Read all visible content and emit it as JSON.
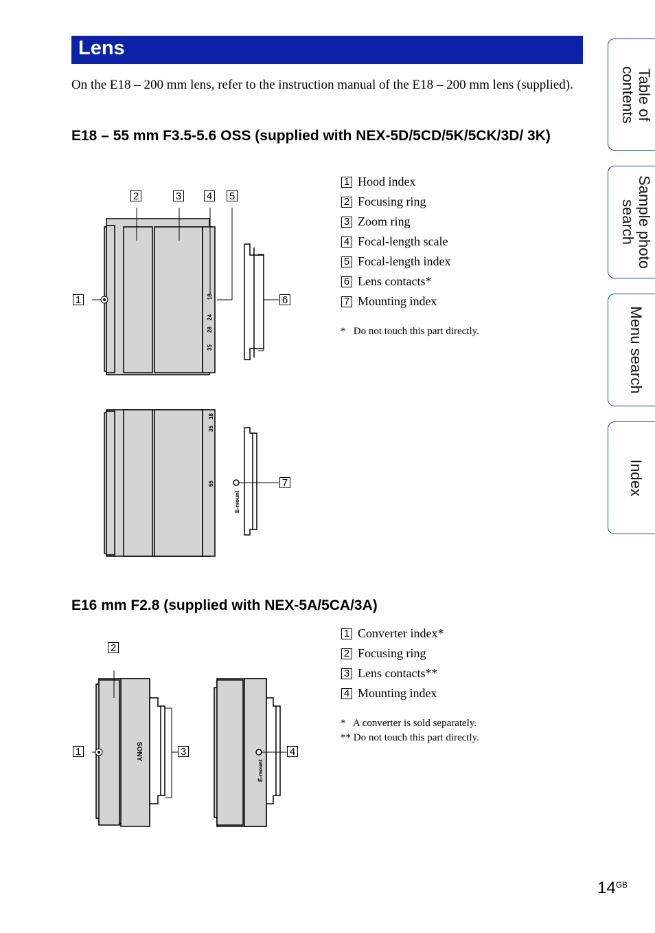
{
  "section_title": "Lens",
  "intro": "On the E18 – 200 mm lens, refer to the instruction manual of the E18 – 200 mm lens (supplied).",
  "lens1": {
    "heading": "E18 – 55 mm F3.5-5.6 OSS (supplied with NEX-5D/5CD/5K/5CK/3D/ 3K)",
    "parts": [
      {
        "num": "1",
        "label": "Hood index"
      },
      {
        "num": "2",
        "label": "Focusing ring"
      },
      {
        "num": "3",
        "label": "Zoom ring"
      },
      {
        "num": "4",
        "label": "Focal-length scale"
      },
      {
        "num": "5",
        "label": "Focal-length index"
      },
      {
        "num": "6",
        "label": "Lens contacts*"
      },
      {
        "num": "7",
        "label": "Mounting index"
      }
    ],
    "note": "*   Do not touch this part directly.",
    "scale_marks": [
      "18",
      "24",
      "28",
      "35"
    ],
    "scale_marks_side": [
      "18",
      "35",
      "55"
    ],
    "mount_text": "E-mount"
  },
  "lens2": {
    "heading": "E16 mm F2.8 (supplied with NEX-5A/5CA/3A)",
    "parts": [
      {
        "num": "1",
        "label": "Converter index*"
      },
      {
        "num": "2",
        "label": "Focusing ring"
      },
      {
        "num": "3",
        "label": "Lens contacts**"
      },
      {
        "num": "4",
        "label": "Mounting index"
      }
    ],
    "note1": "*   A converter is sold separately.",
    "note2": "** Do not touch this part directly.",
    "brand_text": "SONY",
    "mount_text": "E-mount"
  },
  "tabs": [
    {
      "label": "Table of\ncontents"
    },
    {
      "label": "Sample photo\nsearch"
    },
    {
      "label": "Menu search"
    },
    {
      "label": "Index"
    }
  ],
  "page_number": "14",
  "page_suffix": "GB"
}
